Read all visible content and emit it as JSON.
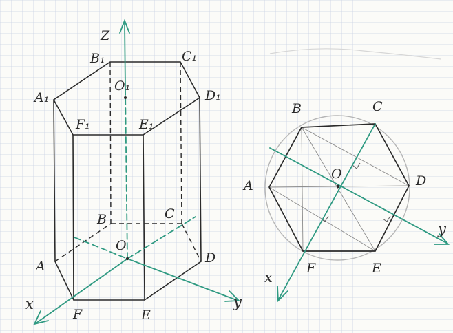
{
  "prism": {
    "labels": {
      "z": "Z",
      "B1": "B₁",
      "C1": "C₁",
      "A1": "A₁",
      "D1": "D₁",
      "O1": "O₁",
      "F1": "F₁",
      "E1": "E₁",
      "B": "B",
      "C": "C",
      "O": "O",
      "A": "A",
      "D": "D",
      "x": "x",
      "F": "F",
      "E": "E",
      "y": "y"
    }
  },
  "hexagon": {
    "labels": {
      "B": "B",
      "C": "C",
      "A": "A",
      "O": "O",
      "D": "D",
      "y": "y",
      "x": "x",
      "F": "F",
      "E": "E"
    }
  },
  "colors": {
    "paper": "#fbfbf8",
    "grid": "#c9d2e3",
    "ink": "#2b2b2b",
    "axis": "#2f9a82",
    "pencil": "#b5b5b5"
  }
}
